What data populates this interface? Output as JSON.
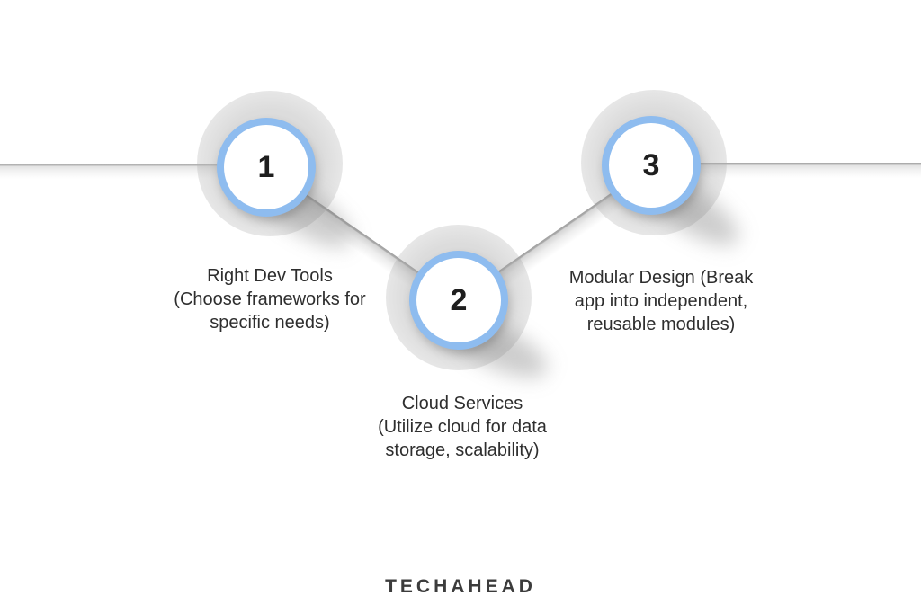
{
  "diagram": {
    "steps": [
      {
        "number": "1",
        "lines": [
          "Right Dev Tools",
          "(Choose frameworks for",
          "specific needs)"
        ]
      },
      {
        "number": "2",
        "lines": [
          "Cloud Services",
          "(Utilize cloud for data",
          "storage, scalability)"
        ]
      },
      {
        "number": "3",
        "lines": [
          "Modular Design (Break",
          "app into independent,",
          "reusable modules)"
        ]
      }
    ],
    "colors": {
      "ring_blue": "#8EBCEF",
      "halo_gray": "#dcdcdc",
      "connector_gray": "#ababab",
      "label_text": "#2e2e2e",
      "number_text": "#1e1e1e",
      "logo_dark": "#3c3c3c",
      "background": "#ffffff"
    }
  },
  "footer": {
    "brand": "TECHAHEAD"
  }
}
